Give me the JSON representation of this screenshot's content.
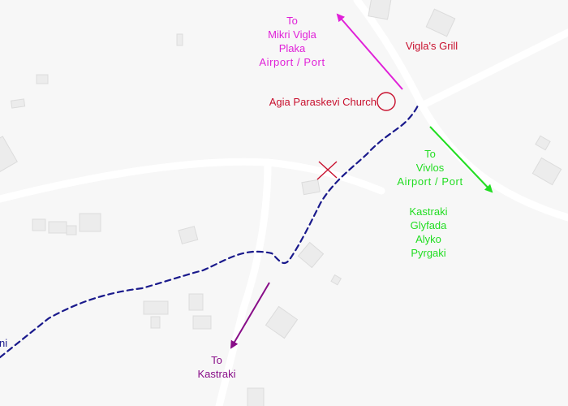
{
  "colors": {
    "background": "#f7f7f7",
    "building_fill": "#ececec",
    "building_stroke": "#dcdcdc",
    "road": "#ffffff",
    "trail": "#1a1a8c",
    "magenta": "#e020d8",
    "green": "#22dd22",
    "purple": "#880d88",
    "red": "#c8102e"
  },
  "icons": {
    "church": "circle-marker-icon",
    "site": "x-cross-marker-icon"
  },
  "labels": {
    "north_destinations": [
      "To",
      "Mikri Vigla",
      "Plaka",
      "Airport / Port"
    ],
    "grill": "Vigla's Grill",
    "church": "Agia Paraskevi Church",
    "east_destinations": [
      "To",
      "Vivlos",
      "Airport / Port"
    ],
    "east_villages": [
      "Kastraki",
      "Glyfada",
      "Alyko",
      "Pyrgaki"
    ],
    "south_destinations": [
      "To",
      "Kastraki"
    ],
    "edge_fragment": "ni"
  }
}
